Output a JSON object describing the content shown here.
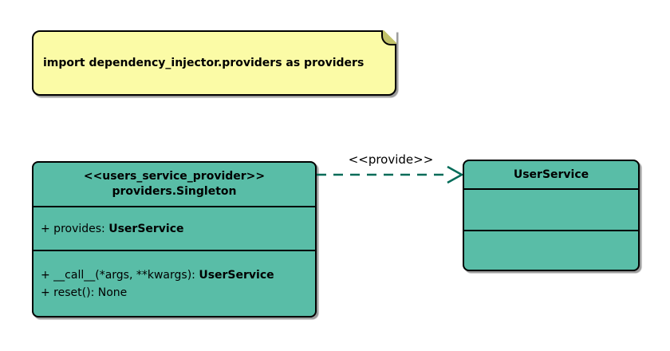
{
  "colors": {
    "page_bg": "#FFFFFF",
    "note_fill": "#FBFBA6",
    "note_fold": "#C2C26A",
    "class_fill": "#59BDA7",
    "border": "#000000",
    "arrow": "#016B58",
    "shadow": "#9C9C9C",
    "text": "#000000"
  },
  "note": {
    "text": "import dependency_injector.providers as providers"
  },
  "edge": {
    "label": "<<provide>>",
    "style": "dashed-open-arrow",
    "direction": "left-to-right"
  },
  "classes": {
    "singleton": {
      "stereotype": "<<users_service_provider>>",
      "name": "providers.Singleton",
      "attributes": [
        {
          "text": "+ provides: ",
          "type": "UserService"
        }
      ],
      "methods": [
        {
          "text": "+ __call__(*args, **kwargs): ",
          "type": "UserService"
        },
        {
          "text": "+ reset(): None",
          "type": ""
        }
      ]
    },
    "user_service": {
      "name": "UserService"
    }
  }
}
